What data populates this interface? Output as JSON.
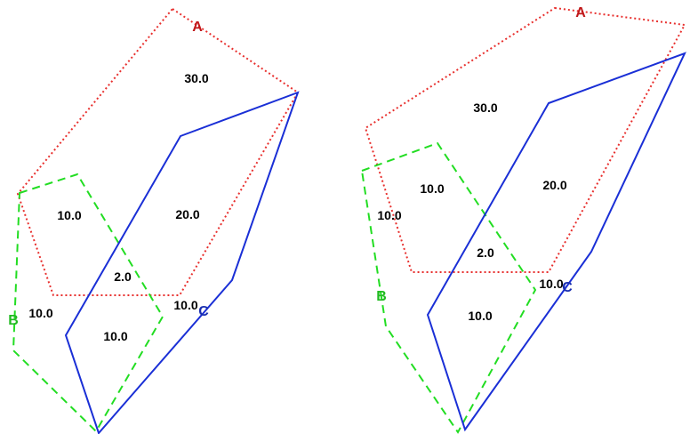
{
  "colors": {
    "A": "#e8302e",
    "B": "#22dd22",
    "C": "#1a2fd6",
    "labelA": "#c0181a",
    "labelB": "#22bb22",
    "labelC": "#1a2fb0"
  },
  "diagrams": [
    {
      "sets": {
        "A": "A",
        "B": "B",
        "C": "C"
      },
      "regions": {
        "a_only": "30.0",
        "a_c": "20.0",
        "a_b": "10.0",
        "a_b_c": "2.0",
        "b_only": "10.0",
        "b_c": "10.0",
        "c_only": "10.0"
      }
    },
    {
      "sets": {
        "A": "A",
        "B": "B",
        "C": "C"
      },
      "regions": {
        "a_only": "30.0",
        "a_c": "20.0",
        "a_b": "10.0",
        "a_b_c": "2.0",
        "b_only": "10.0",
        "b_c": "10.0",
        "c_only": "10.0"
      }
    }
  ]
}
